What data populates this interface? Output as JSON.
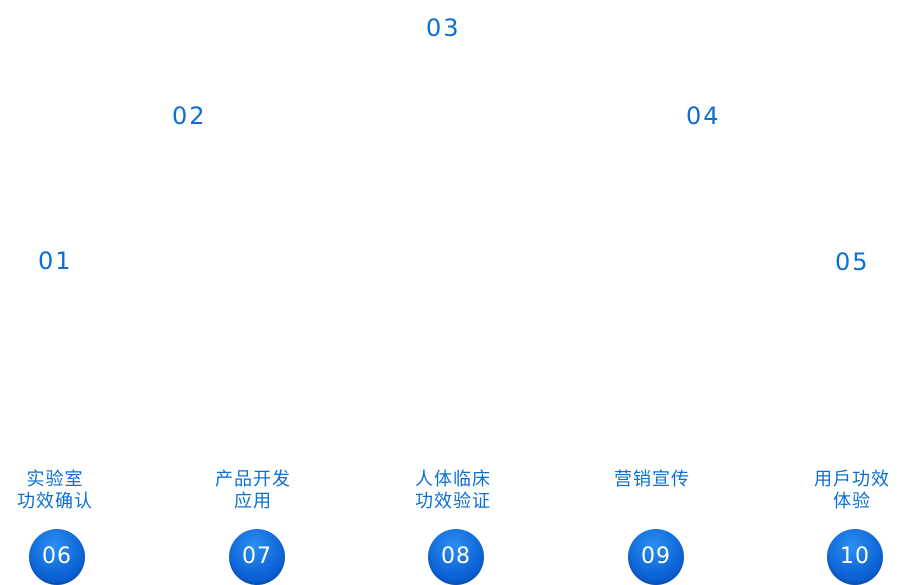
{
  "arc_numbers": {
    "n01": "01",
    "n02": "02",
    "n03": "03",
    "n04": "04",
    "n05": "05"
  },
  "steps": [
    {
      "lines": [
        "实验室",
        "功效确认"
      ],
      "number": "06"
    },
    {
      "lines": [
        "产品开发",
        "应用"
      ],
      "number": "07"
    },
    {
      "lines": [
        "人体临床",
        "功效验证"
      ],
      "number": "08"
    },
    {
      "lines": [
        "营销宣传"
      ],
      "number": "09"
    },
    {
      "lines": [
        "用戶功效",
        "体验"
      ],
      "number": "10"
    }
  ],
  "colors": {
    "accent": "#0b6fd3",
    "circle": "#0d63d6",
    "circle_text": "#ffffff"
  }
}
